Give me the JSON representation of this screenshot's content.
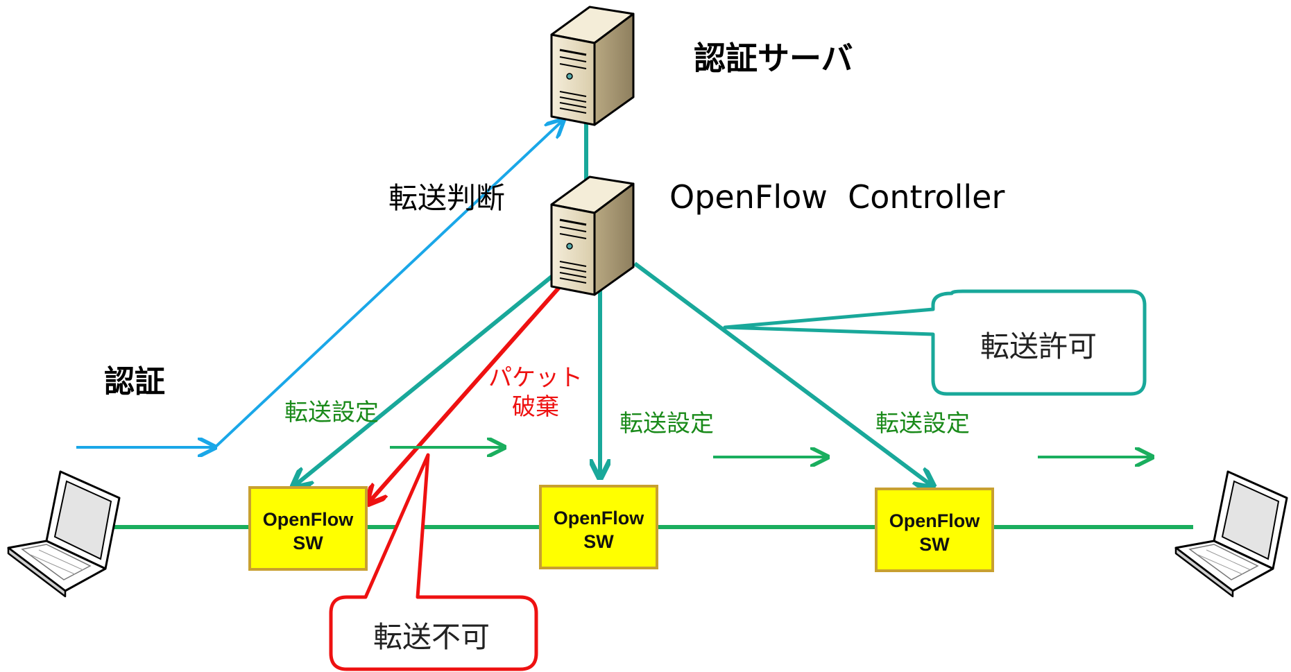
{
  "labels": {
    "auth_server": "認証サーバ",
    "controller": "OpenFlow  Controller",
    "forward_decision": "転送判断",
    "auth": "認証",
    "forward_setting_1": "転送設定",
    "forward_setting_2": "転送設定",
    "forward_setting_3": "転送設定",
    "packet_discard_line1": "パケット",
    "packet_discard_line2": "破棄",
    "permit_callout": "転送許可",
    "deny_callout": "転送不可"
  },
  "switches": [
    {
      "line1": "OpenFlow",
      "line2": "SW"
    },
    {
      "line1": "OpenFlow",
      "line2": "SW"
    },
    {
      "line1": "OpenFlow",
      "line2": "SW"
    }
  ],
  "colors": {
    "teal": "#19a89a",
    "green": "#1aae5e",
    "blue": "#1aa7e8",
    "red": "#ee1111",
    "label_green": "#1a8a1a",
    "switch_fill": "#ffff00",
    "switch_border": "#c8a030",
    "server_body": "#ede4cc"
  }
}
